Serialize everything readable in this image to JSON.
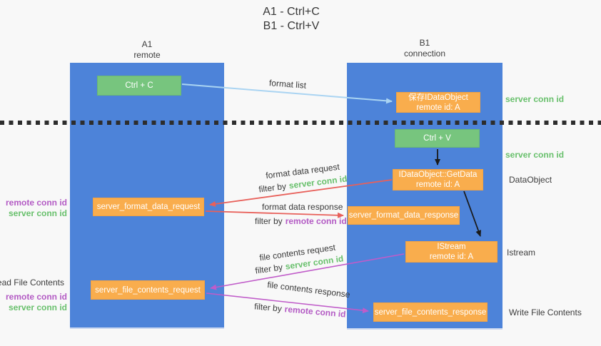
{
  "title": {
    "line1": "A1 - Ctrl+C",
    "line2": "B1 - Ctrl+V"
  },
  "lanes": {
    "left": {
      "name": "A1",
      "role": "remote"
    },
    "right": {
      "name": "B1",
      "role": "connection"
    }
  },
  "boxes": {
    "ctrl_c": "Ctrl + C",
    "ctrl_v": "Ctrl + V",
    "save_idataobject": {
      "line1": "保存IDataObject",
      "line2": "remote id: A"
    },
    "getdata": {
      "line1": "IDataObject::GetData",
      "line2": "remote id: A"
    },
    "istream": {
      "line1": "IStream",
      "line2": "remote id: A"
    },
    "format_request": "server_format_data_request",
    "format_response": "server_format_data_response",
    "file_request": "server_file_contents_request",
    "file_response": "server_file_contents_response"
  },
  "flow_labels": {
    "format_list": "format list",
    "format_data_request": "format data request",
    "format_data_response": "format data response",
    "file_contents_request": "file contents request",
    "file_contents_response": "file contents response",
    "filter_by": "filter by",
    "server_conn_id": "server conn id",
    "remote_conn_id": "remote conn id"
  },
  "side_labels": {
    "dataobject": "DataObject",
    "istream": "Istream",
    "read_file_contents": "Read File Contents",
    "write_file_contents": "Write File Contents"
  },
  "colors": {
    "lane_blue": "#4d83d9",
    "box_green": "#77c57e",
    "box_orange": "#f9ad4d",
    "arrow_red": "#e8605a",
    "arrow_purple": "#c05cc9",
    "arrow_blue": "#aad4f2",
    "arrow_black": "#1a1a1a",
    "label_green": "#68c06c",
    "label_purple": "#b35ac4",
    "text_dark": "#3a3a3a",
    "background": "#f8f8f8"
  }
}
